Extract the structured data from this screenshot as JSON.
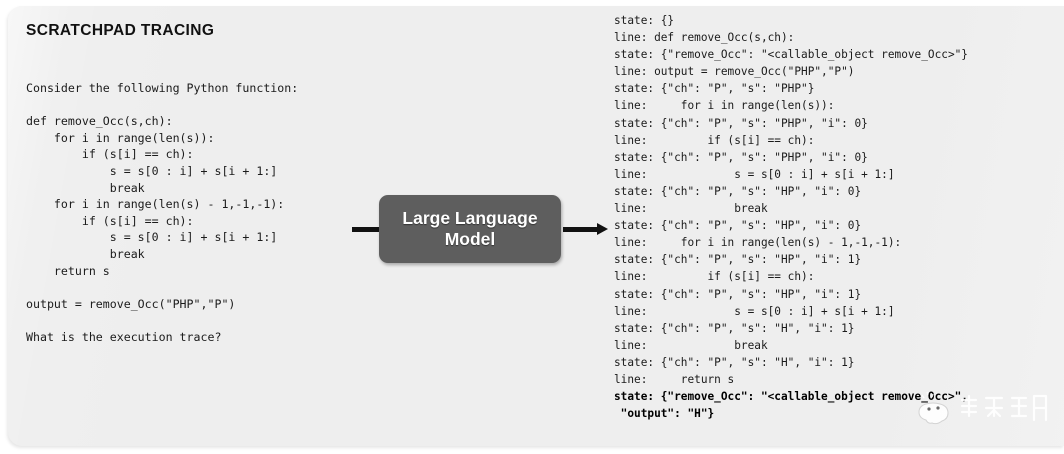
{
  "panel": {
    "title": "SCRATCHPAD TRACING",
    "background_color": "#eeeeee"
  },
  "left": {
    "intro": "Consider the following Python function:",
    "code": "def remove_Occ(s,ch):\n    for i in range(len(s)):\n        if (s[i] == ch):\n            s = s[0 : i] + s[i + 1:]\n            break\n    for i in range(len(s) - 1,-1,-1):\n        if (s[i] == ch):\n            s = s[0 : i] + s[i + 1:]\n            break\n    return s",
    "call": "output = remove_Occ(\"PHP\",\"P\")",
    "question": "What is the execution trace?"
  },
  "middle": {
    "llm_label": "Large Language\nModel",
    "llm_box_color": "#5e5e5e",
    "arrow_in": "arrow-right",
    "arrow_out": "arrow-right"
  },
  "right": {
    "trace": [
      {
        "text": "state: {}",
        "bold": false
      },
      {
        "text": "line: def remove_Occ(s,ch):",
        "bold": false
      },
      {
        "text": "state: {\"remove_Occ\": \"<callable_object remove_Occ>\"}",
        "bold": false
      },
      {
        "text": "line: output = remove_Occ(\"PHP\",\"P\")",
        "bold": false
      },
      {
        "text": "state: {\"ch\": \"P\", \"s\": \"PHP\"}",
        "bold": false
      },
      {
        "text": "line:     for i in range(len(s)):",
        "bold": false
      },
      {
        "text": "state: {\"ch\": \"P\", \"s\": \"PHP\", \"i\": 0}",
        "bold": false
      },
      {
        "text": "line:         if (s[i] == ch):",
        "bold": false
      },
      {
        "text": "state: {\"ch\": \"P\", \"s\": \"PHP\", \"i\": 0}",
        "bold": false
      },
      {
        "text": "line:             s = s[0 : i] + s[i + 1:]",
        "bold": false
      },
      {
        "text": "state: {\"ch\": \"P\", \"s\": \"HP\", \"i\": 0}",
        "bold": false
      },
      {
        "text": "line:             break",
        "bold": false
      },
      {
        "text": "state: {\"ch\": \"P\", \"s\": \"HP\", \"i\": 0}",
        "bold": false
      },
      {
        "text": "line:     for i in range(len(s) - 1,-1,-1):",
        "bold": false
      },
      {
        "text": "state: {\"ch\": \"P\", \"s\": \"HP\", \"i\": 1}",
        "bold": false
      },
      {
        "text": "line:         if (s[i] == ch):",
        "bold": false
      },
      {
        "text": "state: {\"ch\": \"P\", \"s\": \"HP\", \"i\": 1}",
        "bold": false
      },
      {
        "text": "line:             s = s[0 : i] + s[i + 1:]",
        "bold": false
      },
      {
        "text": "state: {\"ch\": \"P\", \"s\": \"H\", \"i\": 1}",
        "bold": false
      },
      {
        "text": "line:             break",
        "bold": false
      },
      {
        "text": "state: {\"ch\": \"P\", \"s\": \"H\", \"i\": 1}",
        "bold": false
      },
      {
        "text": "line:     return s",
        "bold": false
      },
      {
        "text": "state: {\"remove_Occ\": \"<callable_object remove_Occ>\",",
        "bold": true
      },
      {
        "text": " \"output\": \"H\"}",
        "bold": true
      }
    ]
  },
  "watermark": {
    "name": "wechat-watermark",
    "text": "最亮之星"
  }
}
